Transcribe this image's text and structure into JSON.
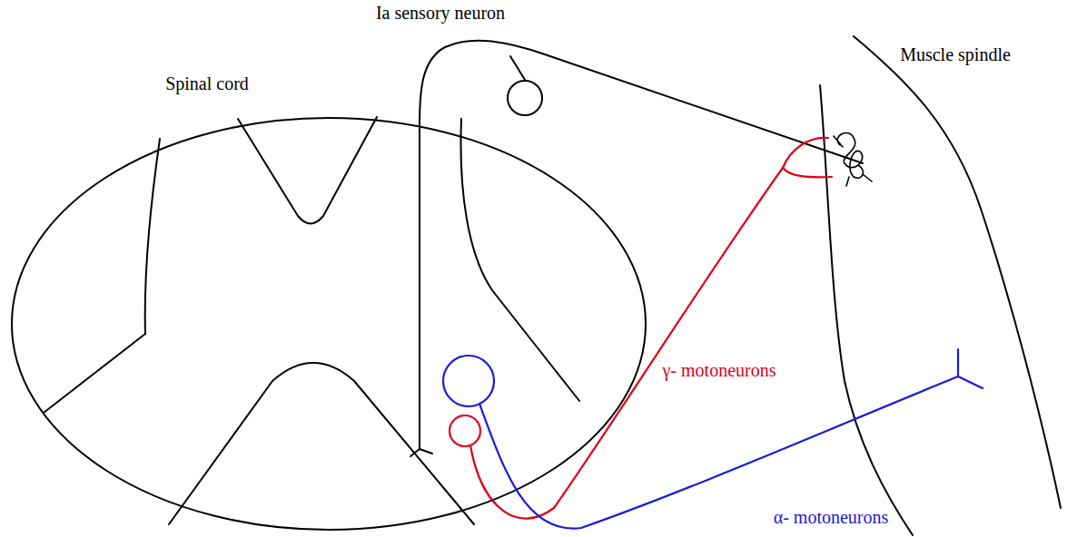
{
  "diagram": {
    "labels": [
      "Ia sensory neuron",
      "Spinal cord",
      "Muscle spindle",
      "γ- motoneurons",
      "α- motoneurons"
    ]
  }
}
